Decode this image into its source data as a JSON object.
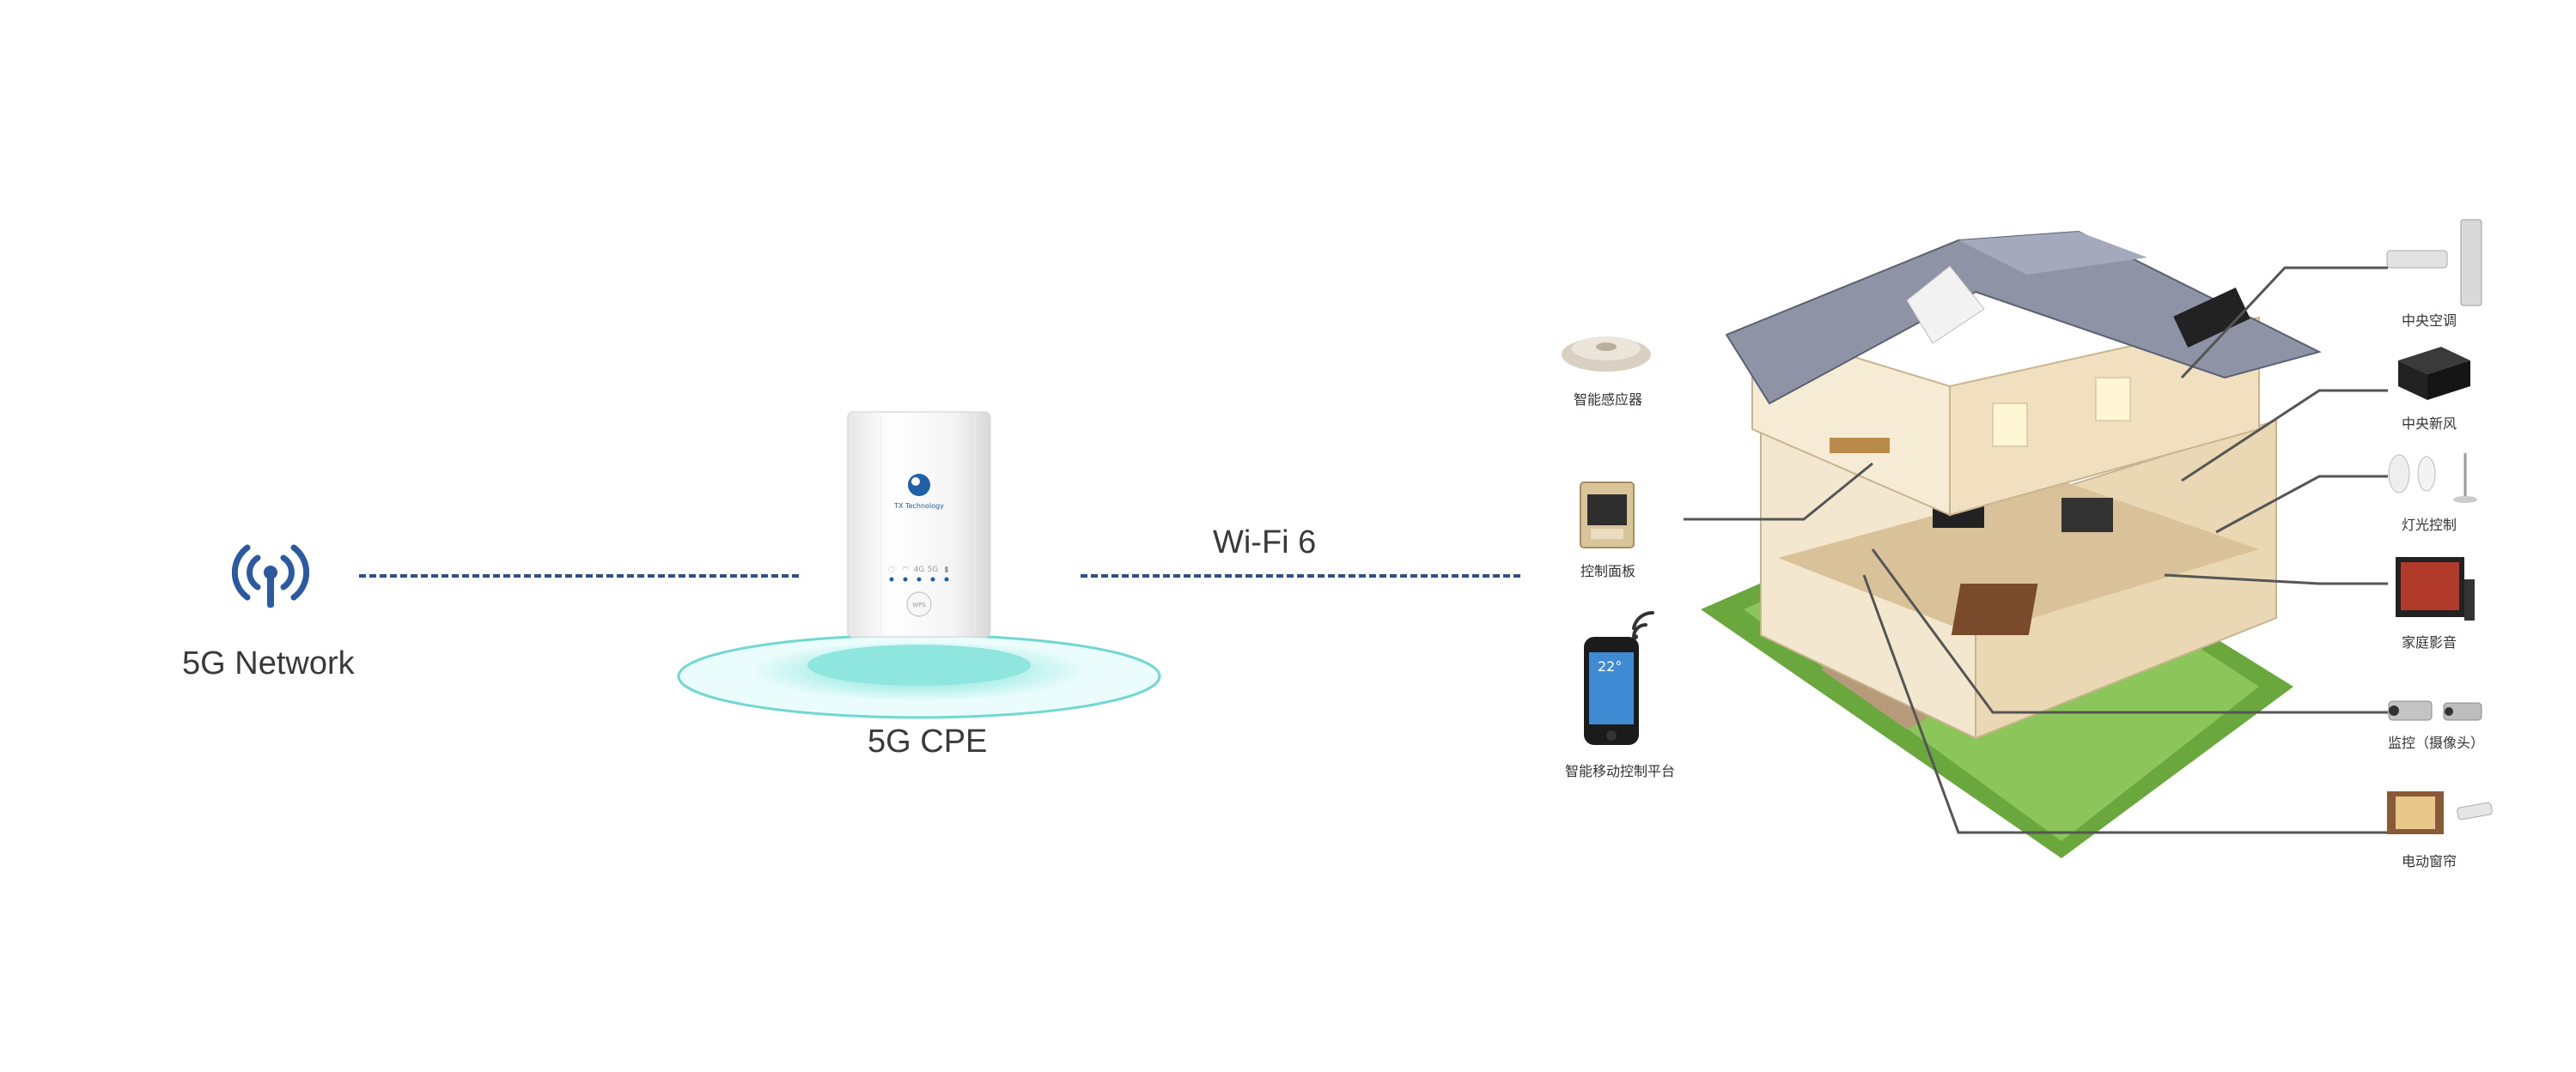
{
  "nodes": {
    "network": {
      "label": "5G Network",
      "icon": "antenna-icon"
    },
    "cpe": {
      "label": "5G CPE",
      "brand_text": "TX Technology",
      "button_text": "WPS"
    },
    "link": {
      "label": "Wi-Fi 6"
    }
  },
  "house": {
    "left_devices": [
      {
        "name": "smart-sensor",
        "label": "智能感应器"
      },
      {
        "name": "control-panel",
        "label": "控制面板",
        "screen_text": ""
      },
      {
        "name": "mobile-platform",
        "label": "智能移动控制平台",
        "screen_text": "22°"
      }
    ],
    "right_devices": [
      {
        "name": "central-ac",
        "label": "中央空调"
      },
      {
        "name": "fresh-air",
        "label": "中央新风"
      },
      {
        "name": "lighting",
        "label": "灯光控制"
      },
      {
        "name": "home-theater",
        "label": "家庭影音"
      },
      {
        "name": "surveillance",
        "label": "监控（摄像头）"
      },
      {
        "name": "curtain",
        "label": "电动窗帘"
      }
    ]
  },
  "colors": {
    "link_dash": "#2f4f86",
    "antenna": "#2c5aa0",
    "base_glow": "#5fd6cf"
  }
}
